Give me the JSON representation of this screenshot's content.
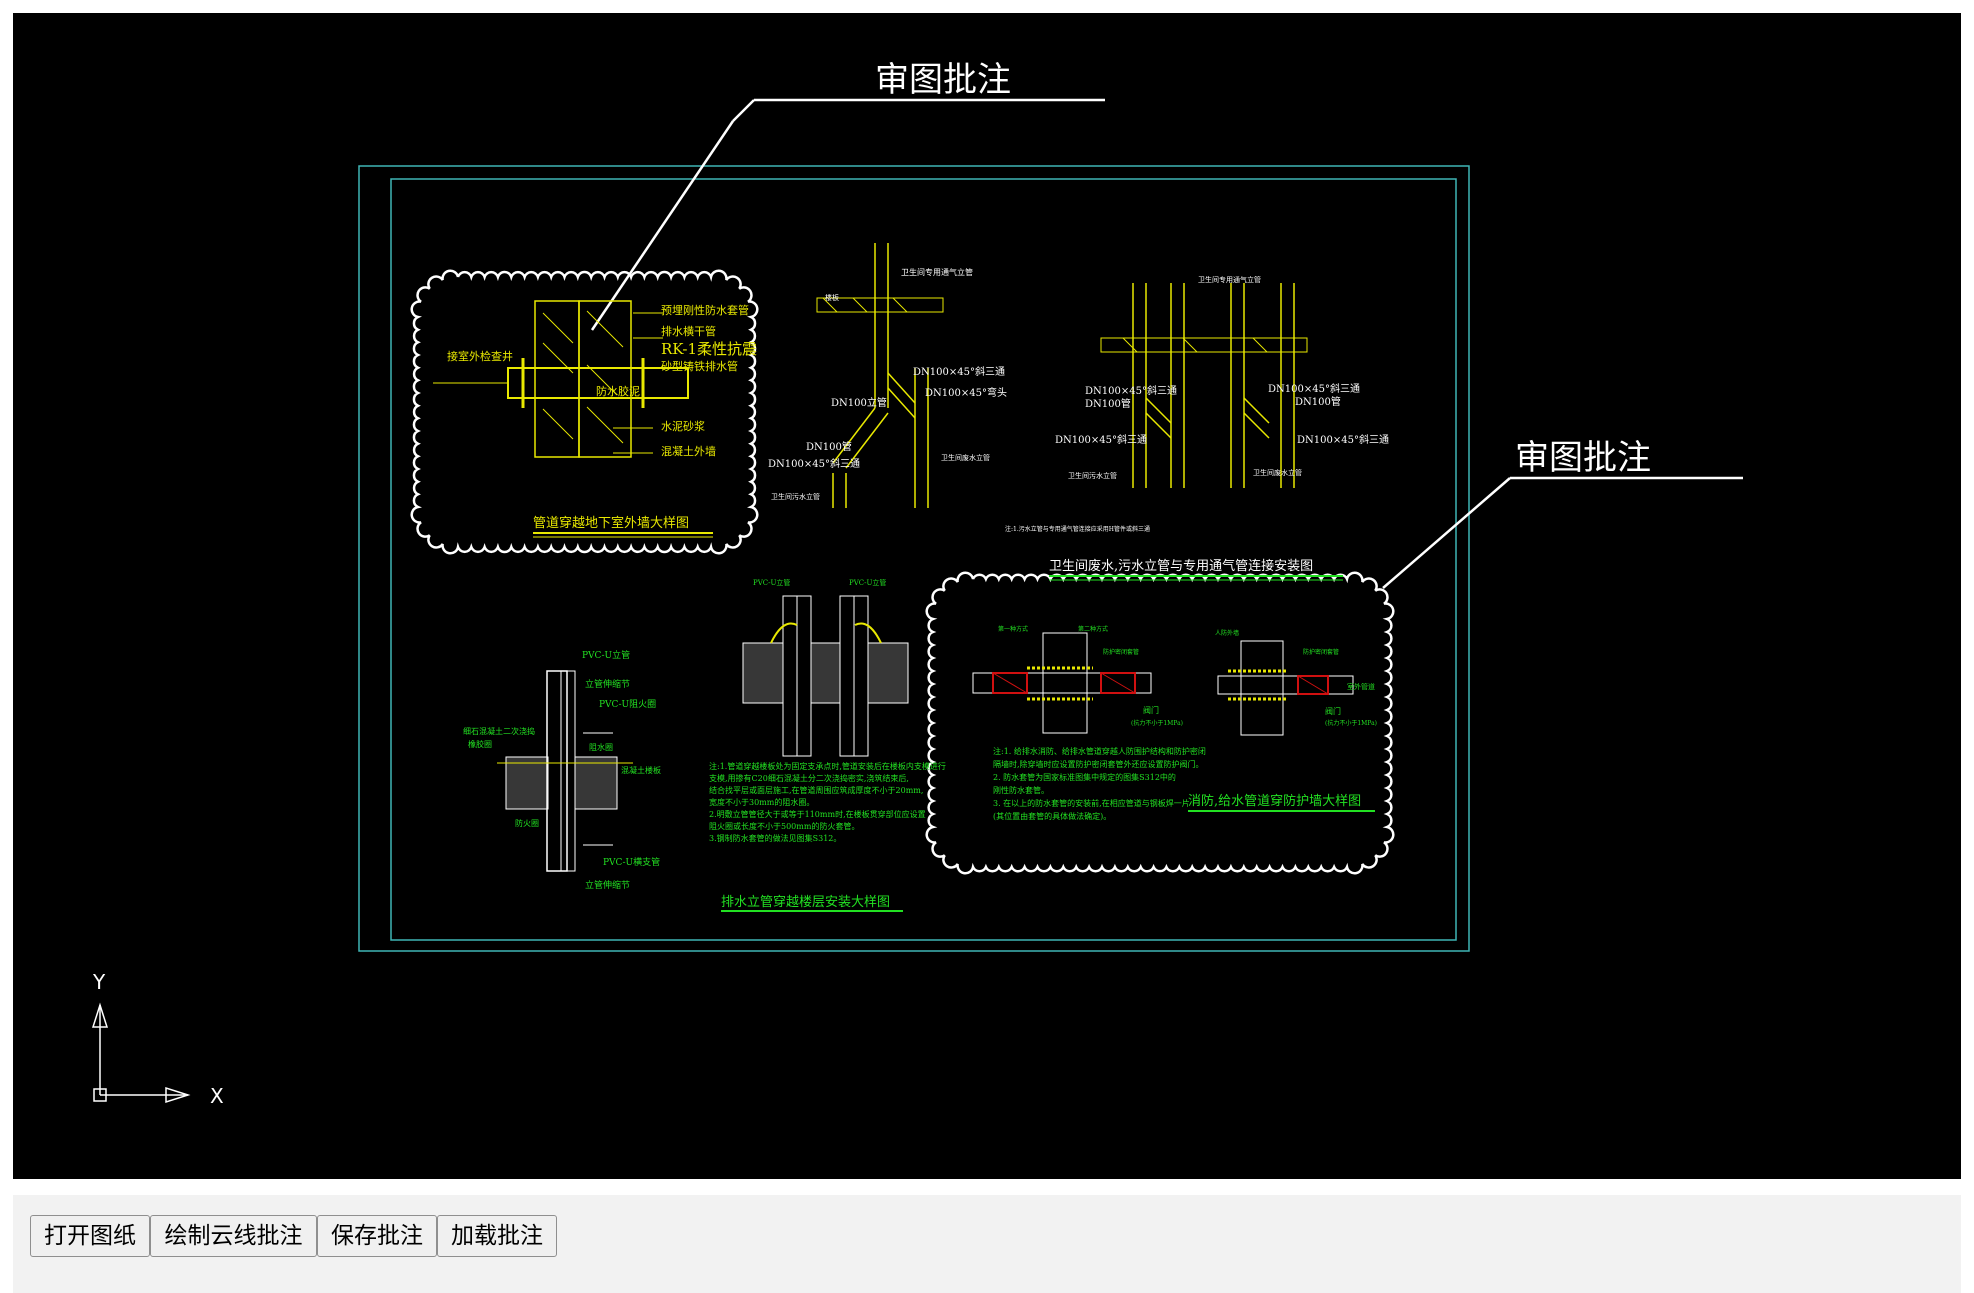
{
  "annotations": {
    "top": "审图批注",
    "right": "审图批注"
  },
  "drawing": {
    "detail1": {
      "title": "管道穿越地下室外墙大样图",
      "labels": [
        "预埋刚性防水套管",
        "排水横干管",
        "RK-1柔性抗震",
        "砂型铸铁排水管",
        "接室外检查井",
        "防水胶泥",
        "水泥砂浆",
        "混凝土外墙"
      ]
    },
    "detail2": {
      "labels": [
        "卫生间专用通气立管",
        "DN100×45°斜三通",
        "DN100立管",
        "DN100×45°弯头",
        "DN100管",
        "DN100×45°斜三通",
        "卫生间污水立管",
        "卫生间废水立管",
        "楼板"
      ],
      "note": "注:1.污水立管与专用通气管连接应采用H管件或斜三通"
    },
    "detail3": {
      "labels": [
        "卫生间专用通气立管",
        "DN100×45°斜三通",
        "DN100管",
        "DN100×45°斜三通",
        "DN100×45°斜三通",
        "DN100管",
        "DN100×45°斜三通",
        "卫生间污水立管",
        "卫生间废水立管"
      ]
    },
    "detail23_title": "卫生间废水,污水立管与专用通气管连接安装图",
    "detail4": {
      "labels": [
        "PVC-U立管",
        "立管伸缩节",
        "PVC-U阻火圈",
        "细石混凝土二次浇捣",
        "橡胶圈",
        "阻水圈",
        "混凝土楼板",
        "防火圈",
        "PVC-U横支管",
        "立管伸缩节"
      ]
    },
    "detail5": {
      "title": "排水立管穿越楼层安装大样图",
      "labels": [
        "PVC-U立管",
        "PVC-U立管"
      ],
      "notes": [
        "注:1.管道穿越楼板处为固定支承点时,管道安装后在楼板内支模进行",
        "支模,用掺有C20细石混凝土分二次浇捣密实,浇筑结束后,",
        "结合找平层或面层施工,在管道周围应筑成厚度不小于20mm,",
        "宽度不小于30mm的阻水圈。",
        "2.明敷立管管径大于或等于110mm时,在楼板贯穿部位应设置",
        "阻火圈或长度不小于500mm的防火套管。",
        "3.钢制防水套管的做法见图集S312。"
      ]
    },
    "detail6": {
      "title": "消防,给水管道穿防护墙大样图",
      "labels": [
        "第一种方式",
        "第二种方式",
        "防护密闭套管",
        "阀门",
        "(抗力不小于1MPa)",
        "人防外墙",
        "防护密闭套管",
        "阀门",
        "(抗力不小于1MPa)",
        "室外管道"
      ],
      "notes": [
        "注:1. 给排水消防、给排水管道穿越人防围护结构和防护密闭",
        "隔墙时,除穿墙时应设置防护密闭套管外还应设置防护阀门。",
        "2. 防水套管为国家标准图集中规定的图集S312中的",
        "刚性防水套管。",
        "3. 在以上的防水套管的安装前,在相应管道与钢板焊一片",
        "(其位置由套管的具体做法确定)。"
      ]
    }
  },
  "ucs": {
    "x_label": "X",
    "y_label": "Y"
  },
  "toolbar": {
    "open": "打开图纸",
    "cloud": "绘制云线批注",
    "save": "保存批注",
    "load": "加载批注"
  }
}
